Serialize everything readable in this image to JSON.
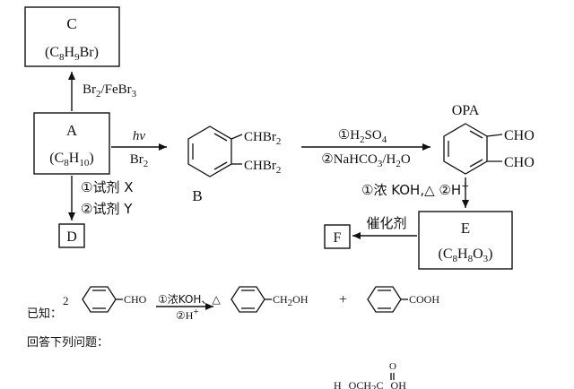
{
  "compounds": {
    "C": {
      "label": "C",
      "formula_parts": [
        "(C",
        "8",
        "H",
        "9",
        "Br)"
      ]
    },
    "A": {
      "label": "A",
      "formula_parts": [
        "(C",
        "8",
        "H",
        "10",
        ")"
      ]
    },
    "B": {
      "label": "B",
      "sub1": "CHBr",
      "sub1_n": "2",
      "sub2": "CHBr",
      "sub2_n": "2"
    },
    "OPA": {
      "label": "OPA",
      "sub1": "CHO",
      "sub2": "CHO"
    },
    "D": {
      "label": "D"
    },
    "E": {
      "label": "E",
      "formula_parts": [
        "(C",
        "8",
        "H",
        "8",
        "O",
        "3",
        ")"
      ]
    },
    "F": {
      "label": "F"
    }
  },
  "reactions": {
    "a_to_c": {
      "parts": [
        "Br",
        "2",
        "/FeBr",
        "3"
      ]
    },
    "a_to_b": {
      "top": "hν",
      "bottom_parts": [
        "Br",
        "2"
      ]
    },
    "a_to_d": {
      "line1": "①试剂 X",
      "line2": "②试剂 Y"
    },
    "b_to_opa": {
      "line1_parts": [
        "①H",
        "2",
        "SO",
        "4"
      ],
      "line2_parts": [
        "②NaHCO",
        "3",
        "/H",
        "2",
        "O"
      ]
    },
    "opa_to_e": {
      "text": "①浓 KOH,△  ②H",
      "sup": "+"
    },
    "e_to_f": {
      "text": "催化剂"
    }
  },
  "known": {
    "prefix": "已知：",
    "coefficient": "2",
    "reactant_group": "CHO",
    "conditions_top": "①浓KOH、△",
    "conditions_bottom": "②H",
    "conditions_bottom_sup": "+",
    "product1_group": "CH",
    "product1_sub": "2",
    "product1_tail": "OH",
    "plus": "+",
    "product2_group": "COOH"
  },
  "question_text": "回答下列问题：",
  "partial_line": {
    "parts": [
      "H",
      "OCH",
      "2",
      "C",
      "OH"
    ],
    "carbonyl_o": "O"
  }
}
